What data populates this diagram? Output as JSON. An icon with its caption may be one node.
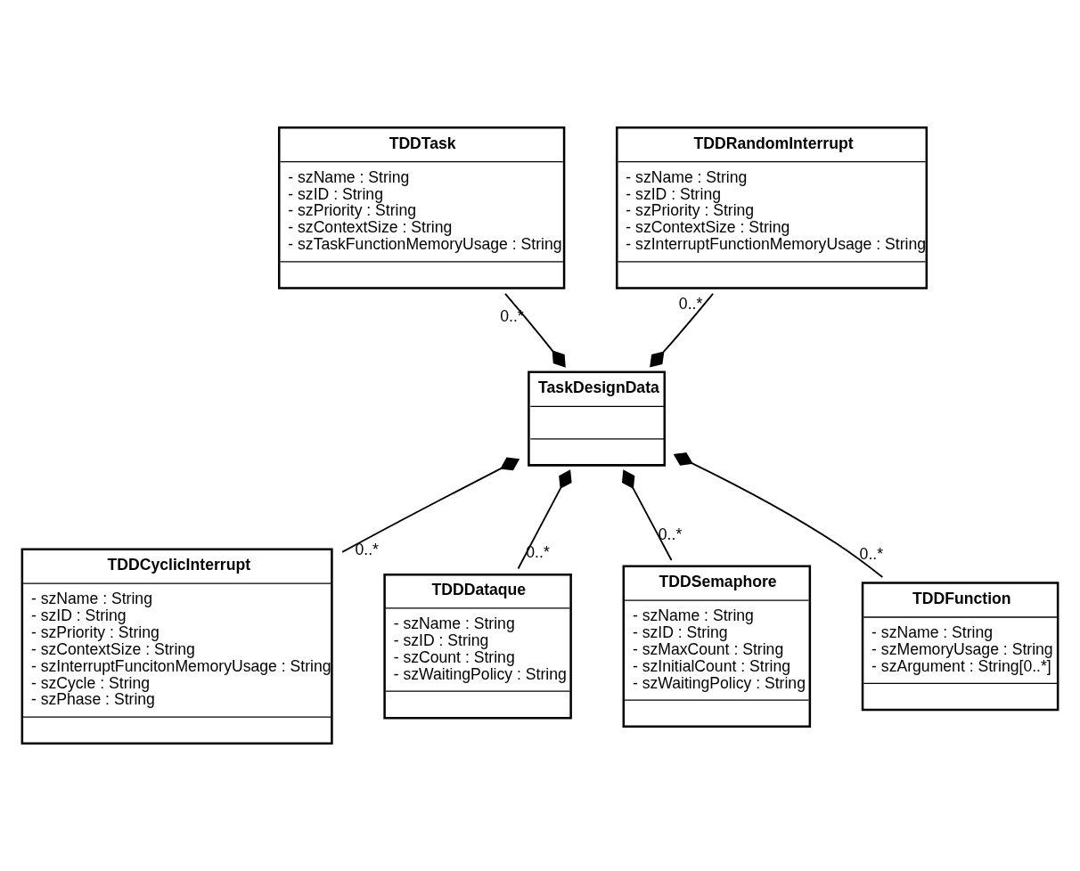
{
  "diagram": {
    "nodes": [
      {
        "text": [
          "TDDTask",
          "- szName : String",
          "- szID : String",
          "- szPriority : String",
          "- szContextSize : String",
          "- szTaskFunctionMemoryUsage : String"
        ]
      },
      {
        "text": [
          "TDDRandomInterrupt",
          "- szName : String",
          "- szID : String",
          "- szPriority : String",
          "- szContextSize : String",
          "- szInterruptFunctionMemoryUsage : String"
        ]
      },
      {
        "text": [
          "TaskDesignData"
        ]
      },
      {
        "text": [
          "TDDCyclicInterrupt",
          "- szName : String",
          "- szID : String",
          "- szPriority : String",
          "- szContextSize : String",
          "- szInterruptFuncitonMemoryUsage : String",
          "- szCycle : String",
          "- szPhase : String"
        ]
      },
      {
        "text": [
          "TDDDataque",
          "- szName : String",
          "- szID : String",
          "- szCount : String",
          "- szWaitingPolicy : String"
        ]
      },
      {
        "text": [
          "TDDSemaphore",
          "- szName : String",
          "- szID : String",
          "- szMaxCount : String",
          "- szInitialCount : String",
          "- szWaitingPolicy : String"
        ]
      },
      {
        "text": [
          "TDDFunction",
          "- szName : String",
          "- szMemoryUsage : String",
          "- szArgument : String[0..*]"
        ]
      }
    ],
    "edges": [
      {
        "from": 2,
        "to": 0,
        "arrow": "other",
        "label": "0..*"
      },
      {
        "from": 2,
        "to": 1,
        "arrow": "other",
        "label": "0..*"
      },
      {
        "from": 2,
        "to": 3,
        "arrow": "other",
        "label": "0..*"
      },
      {
        "from": 2,
        "to": 4,
        "arrow": "other",
        "label": "0..*"
      },
      {
        "from": 2,
        "to": 5,
        "arrow": "other",
        "label": "0..*"
      },
      {
        "from": 2,
        "to": 6,
        "arrow": "other",
        "label": "0..*"
      }
    ]
  }
}
